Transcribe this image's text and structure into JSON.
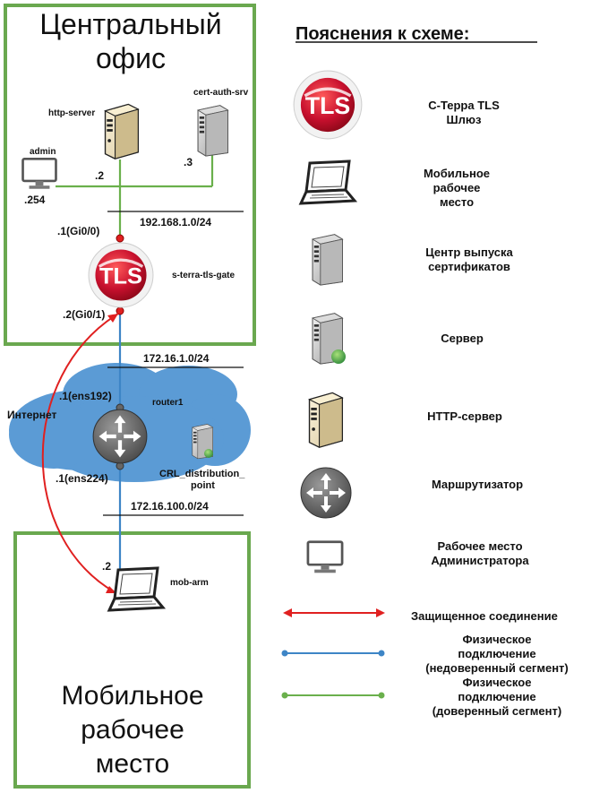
{
  "zones": {
    "office_title": [
      "Центральный",
      "офис"
    ],
    "mobile_title": [
      "Мобильное",
      "рабочее",
      "место"
    ],
    "internet": "Интернет"
  },
  "nodes": {
    "http_server": "http-server",
    "cert_auth": "cert-auth-srv",
    "admin": "admin",
    "gateway": "s-terra-tls-gate",
    "router": "router1",
    "crl": [
      "CRL_distribution_",
      "point"
    ],
    "mobile": "mob-arm"
  },
  "addresses": {
    "http": ".2",
    "cert": ".3",
    "admin": ".254",
    "gi0_0": ".1(Gi0/0)",
    "gi0_1": ".2(Gi0/1)",
    "ens192": ".1(ens192)",
    "ens224": ".1(ens224)",
    "mob": ".2"
  },
  "networks": {
    "lan": "192.168.1.0/24",
    "wan": "172.16.1.0/24",
    "mob": "172.16.100.0/24"
  },
  "legend": {
    "title": "Пояснения к схеме:",
    "tls": [
      "С-Терра TLS",
      "Шлюз"
    ],
    "laptop": [
      "Мобильное",
      "рабочее",
      "место"
    ],
    "ca": [
      "Центр выпуска",
      "сертификатов"
    ],
    "server": "Сервер",
    "http": "HTTP-сервер",
    "router": "Маршрутизатор",
    "admin": [
      "Рабочее место",
      "Администратора"
    ],
    "secure": "Защищенное соединение",
    "untrusted": [
      "Физическое",
      "подключение",
      "(недоверенный сегмент)"
    ],
    "trusted": [
      "Физическое",
      "подключение",
      "(доверенный сегмент)"
    ]
  },
  "badge_text": "TLS",
  "colors": {
    "trusted": "#6ab04c",
    "untrusted": "#3d85c6",
    "secure": "#e02020",
    "zone_border": "#6aa84f",
    "cloud": "#4a90d9",
    "tls_red": "#c8102e"
  }
}
